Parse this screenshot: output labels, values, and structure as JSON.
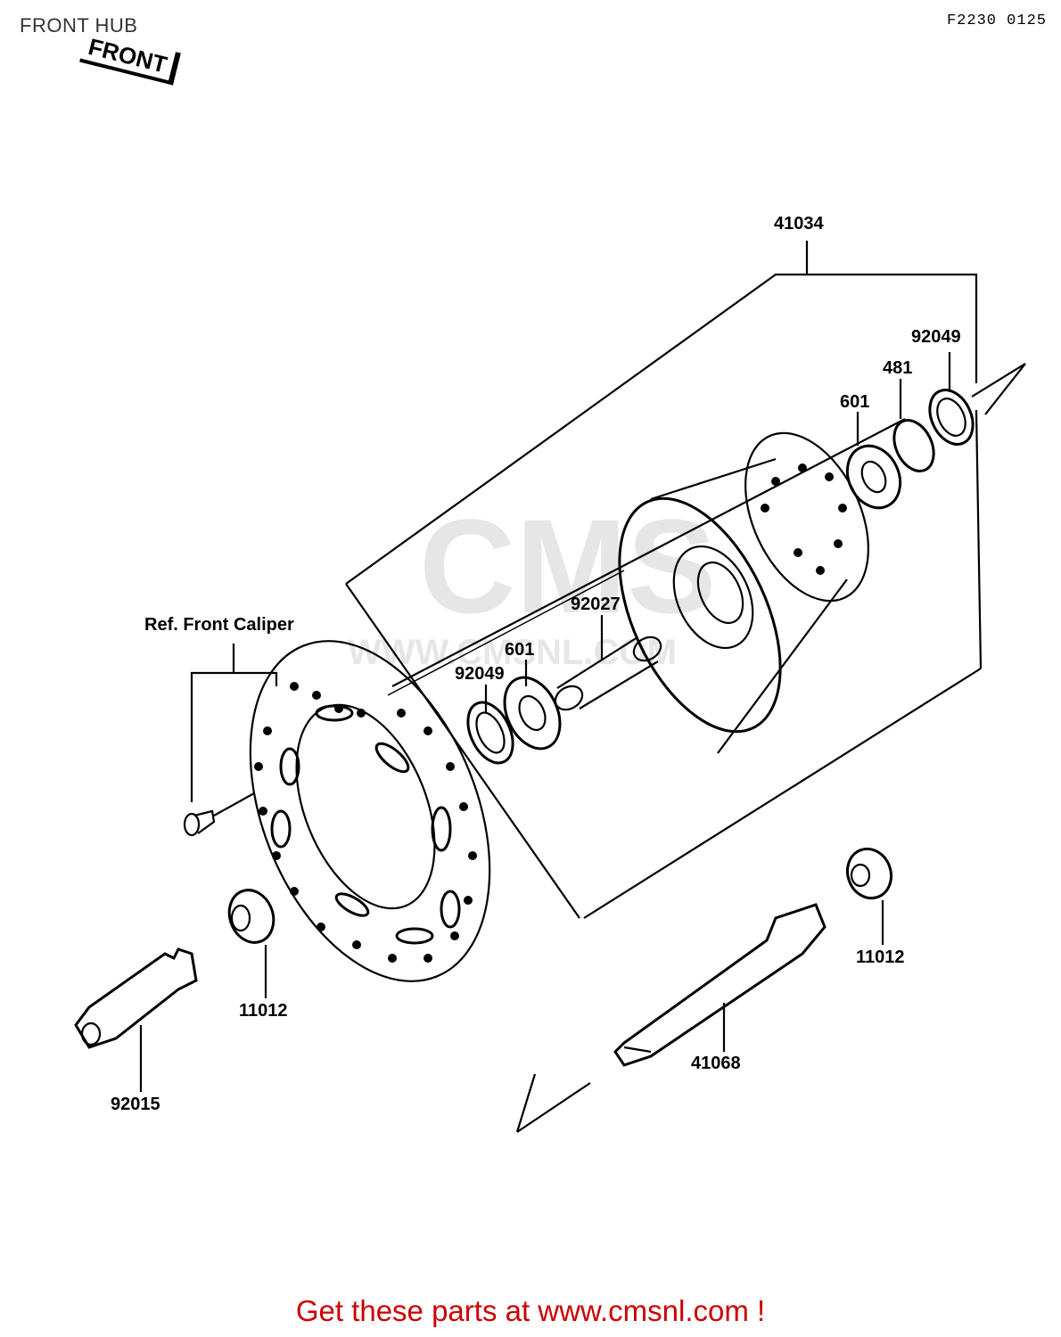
{
  "header": {
    "title": "FRONT HUB",
    "code": "F2230 0125",
    "front_tag": "FRONT"
  },
  "watermark": {
    "brand": "CMS",
    "url": "WWW.CMSNL.COM"
  },
  "labels": {
    "hub_assembly": "41034",
    "seal_right": "92049",
    "circlip": "481",
    "bearing_right": "601",
    "spacer": "92027",
    "bearing_left": "601",
    "seal_left": "92049",
    "caliper_ref": "Ref. Front Caliper",
    "collar_left": "11012",
    "collar_right": "11012",
    "axle_nut": "92015",
    "axle": "41068"
  },
  "footer": {
    "text": "Get these parts at www.cmsnl.com !"
  }
}
